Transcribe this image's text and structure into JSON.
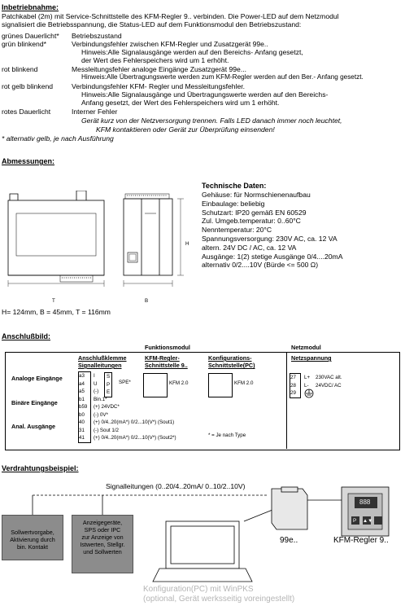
{
  "section1": {
    "title": "Inbetriebnahme:",
    "intro1": "Patchkabel (2m) mit Service-Schnittstelle des KFM-Regler 9.. verbinden. Die Power-LED auf dem Netzmodul",
    "intro2": "signalisiert die Betriebsspannung, die Status-LED auf dem Funktionsmodul den Betriebszustand:",
    "states": [
      {
        "label": "grünes Dauerlicht*",
        "lines": [
          "Betriebszustand"
        ]
      },
      {
        "label": "grün blinkend*",
        "lines": [
          "Verbindungsfehler zwischen KFM-Regler und Zusatzgerät 99e..",
          "Hinweis:Alle Signalausgänge werden auf den Bereichs- Anfang gesetzt,",
          "der Wert des Fehlerspeichers wird um 1 erhöht."
        ]
      },
      {
        "label": "rot blinkend",
        "lines": [
          "Messleitungsfehler analoge Eingänge Zusatzgerät 99e...",
          "Hinweis:Alle Übertragungswerte werden zum KFM-Regler werden auf den Ber.- Anfang gesetzt."
        ]
      },
      {
        "label": "rot gelb blinkend",
        "lines": [
          "Verbindungsfehler KFM- Regler und Messleitungsfehler.",
          "Hinweis:Alle Signalausgänge und Übertragungswerte werden auf den Bereichs-",
          "Anfang gesetzt, der Wert des Fehlerspeichers wird um 1 erhöht."
        ]
      },
      {
        "label": "rotes Dauerlicht",
        "lines": [
          "Interner Fehler"
        ]
      }
    ],
    "italic1": "Gerät kurz von der Netzversorgung trennen. Falls LED danach immer noch leuchtet,",
    "italic2": "KFM kontaktieren oder Gerät zur Überprüfung einsenden!",
    "footnote": "* alternativ gelb, je nach Ausführung"
  },
  "abmessungen": {
    "title": "Abmessungen:",
    "dims": "H= 124mm, B = 45mm, T = 116mm",
    "labels": {
      "h": "H",
      "b": "B",
      "t": "T"
    }
  },
  "tech": {
    "title": "Technische Daten:",
    "lines": [
      "Gehäuse: für Normschienenaufbau",
      "Einbaulage: beliebig",
      "Schutzart: IP20 gemäß EN 60529",
      "Zul. Umgeb.temperatur: 0..60°C",
      "Nenntemperatur: 20°C",
      "Spannungsversorgung: 230V AC, ca. 12 VA",
      "altern. 24V DC / AC, ca. 12 VA",
      "Ausgänge: 1(2) stetige Ausgänge 0/4....20mA",
      "alternativ 0/2....10V (Bürde <= 500 Ω)"
    ]
  },
  "anschluss": {
    "title": "Anschlußbild:",
    "funktionsmodul": "Funktionsmodul",
    "netzmodul": "Netzmodul",
    "col_klemme": [
      "Anschlußklemme",
      "Signalleitungen"
    ],
    "col_kfm": [
      "KFM-Regler-",
      "Schnittstelle 9.."
    ],
    "col_konf": [
      "Konfigurations-",
      "Schnittstelle(PC)"
    ],
    "netzspannung": "Netzspannung",
    "groups": {
      "analog": "Analoge Eingänge",
      "binaer": "Binäre Eingänge",
      "anal_aus": "Anal. Ausgänge"
    },
    "terminals": [
      {
        "num": "a3",
        "sig": "I",
        "pin": "S"
      },
      {
        "num": "a4",
        "sig": "U",
        "pin": "P"
      },
      {
        "num": "a5",
        "sig": "(-)",
        "pin": "E"
      },
      {
        "num": "b1",
        "sig": "Bin.1*",
        "pin": ""
      },
      {
        "num": "b59",
        "sig": "(+) 24VDC*",
        "pin": ""
      },
      {
        "num": "b0",
        "sig": "(-) 0V*",
        "pin": ""
      },
      {
        "num": "40",
        "sig": "(+) 0/4..20(mA*) 0/2...10(V*) (Sout1)",
        "pin": ""
      },
      {
        "num": "31",
        "sig": "(-) Sout 1/2",
        "pin": ""
      },
      {
        "num": "41",
        "sig": "(+) 0/4..20(mA*) 0/2...10(V*) (Sout2*)",
        "pin": ""
      }
    ],
    "spe": "SPE*",
    "kfm20a": "KFM 2.0",
    "kfm20b": "KFM 2.0",
    "note": "* = Je nach Type",
    "netz_terms": [
      {
        "num": "27",
        "sig": "L+",
        "val": "230VAC alt."
      },
      {
        "num": "28",
        "sig": "L-",
        "val": "24VDC/ AC"
      },
      {
        "num": "29",
        "sig": "",
        "val": ""
      }
    ]
  },
  "verdrahtung": {
    "title": "Verdrahtungsbeispiel:",
    "signal": "Signalleitungen (0..20/4..20mA/ 0..10/2..10V)",
    "box1": [
      "Sollwertvorgabe,",
      "Aktivierung durch",
      "bin. Kontakt"
    ],
    "box2": [
      "Anzeigegeräte,",
      "SPS oder IPC",
      "zur Anzeige von",
      "Istwerten, Stellgr.",
      "und Sollwerten"
    ],
    "dev1": "99e..",
    "dev2": "KFM-Regler 9..",
    "konf1": "Konfiguration(PC) mit WinPKS",
    "konf2": "(optional, Gerät werksseitig voreingestellt)",
    "display": "888",
    "keys": [
      "P",
      "▲▼"
    ]
  }
}
